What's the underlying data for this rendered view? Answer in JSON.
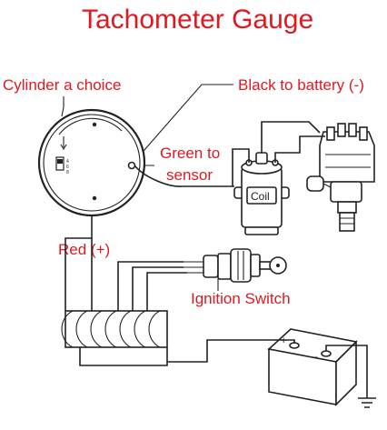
{
  "title": "Tachometer Gauge",
  "labels": {
    "cylinder": "Cylinder a choice",
    "black": "Black to battery (-)",
    "green_line1": "Green to",
    "green_line2": "sensor",
    "red": "Red (+)",
    "ignition": "Ignition Switch"
  },
  "coil_label": "Coil",
  "battery_plus": "+",
  "battery_minus": "-",
  "gauge_switch_marks": [
    "4",
    "6",
    "8"
  ],
  "colors": {
    "label_text": "#e0191f",
    "line": "#222222"
  }
}
